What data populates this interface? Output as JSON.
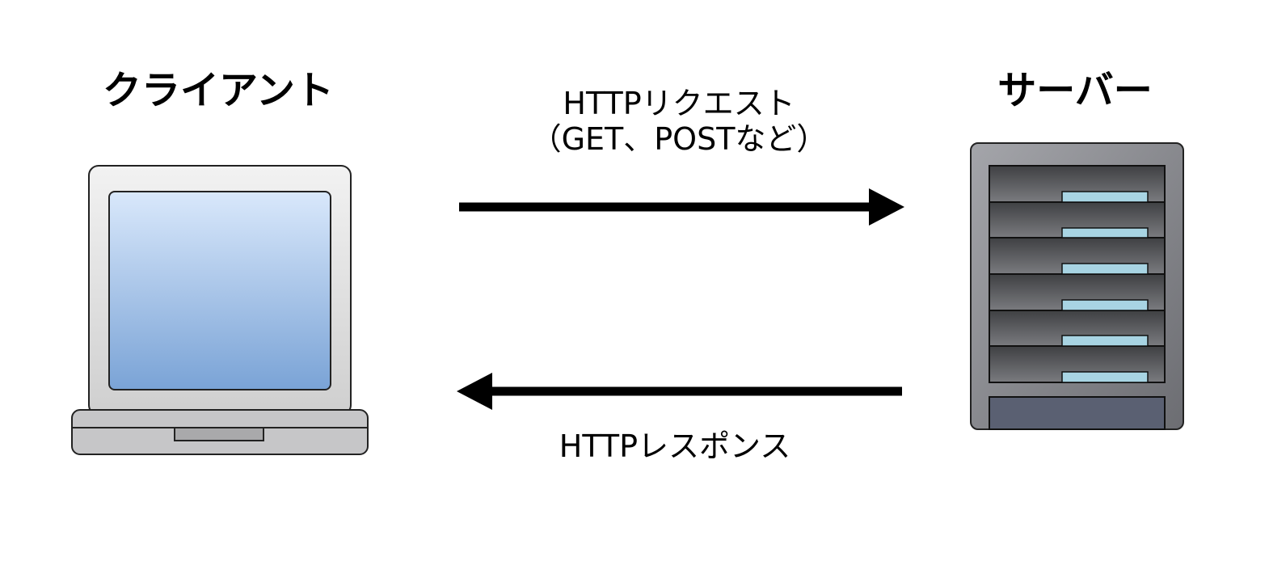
{
  "nodes": {
    "client": {
      "title": "クライアント",
      "icon": "laptop-icon"
    },
    "server": {
      "title": "サーバー",
      "icon": "server-rack-icon"
    }
  },
  "edges": {
    "request": {
      "line1": "HTTPリクエスト",
      "line2": "（GET、POSTなど）",
      "direction": "client-to-server"
    },
    "response": {
      "label": "HTTPレスポンス",
      "direction": "server-to-client"
    }
  },
  "colors": {
    "arrow": "#000000",
    "screen_top": "#d9e8fb",
    "screen_bottom": "#7aa3d6",
    "server_body": "#8a8b90",
    "server_base": "#5a6072",
    "drive_light": "#a8d4e3"
  }
}
